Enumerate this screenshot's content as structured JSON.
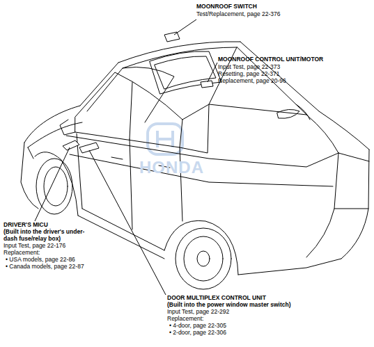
{
  "diagram": {
    "labels": [
      "MOONROOF SWITCH",
      "Test/Replacement, page 22-376",
      "MOONROOF CONTROL UNIT/MOTOR",
      "Input Test, page 22-373",
      "Resetting, page 22-371",
      "Replacement, page 20-96",
      "DRIVER'S MICU",
      "(Built into the driver's under-dash fuse/relay box)",
      "Input Test, page 22-176",
      "Replacement:",
      "• USA models, page 22-86",
      "• Canada models, page 22-87",
      "DOOR MULTIPLEX CONTROL UNIT",
      "(Built into the power window master switch)",
      "Input Test, page 22-292",
      "Replacement:",
      "• 4-door, page 22-305",
      "• 2-door, page 22-306",
      "HONDA"
    ]
  }
}
